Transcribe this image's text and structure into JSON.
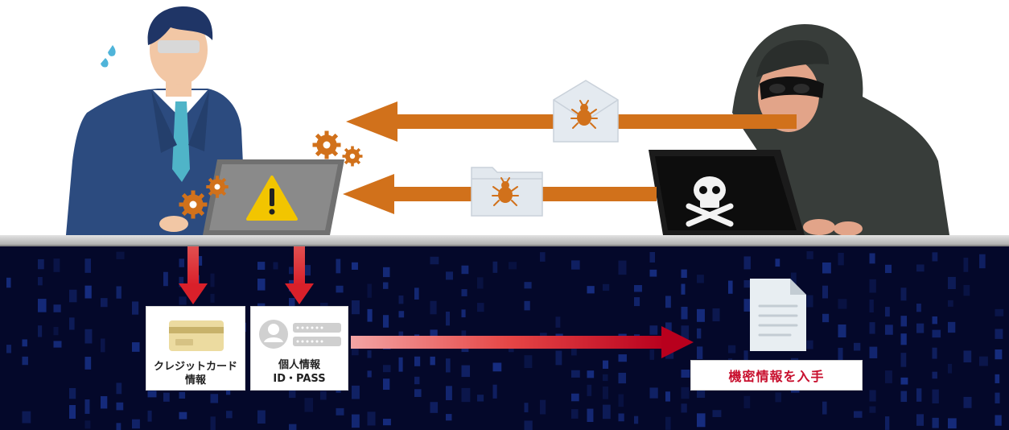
{
  "credit_card_label": [
    "クレジットカード",
    "情報"
  ],
  "personal_info_label": [
    "個人情報",
    "ID・PASS"
  ],
  "result_label": "機密情報を入手",
  "icons": {
    "victim": "businessman-icon",
    "attacker": "hooded-hacker-icon",
    "warning": "warning-triangle-icon",
    "malware": "bug-icon",
    "email": "envelope-icon",
    "folder": "folder-icon",
    "card": "credit-card-icon",
    "user": "user-profile-icon",
    "document": "document-icon"
  },
  "colors": {
    "malware_orange": "#d1711b",
    "arrow_red": "#c8102e",
    "warning_yellow": "#f2c500",
    "suit_blue": "#2c4b7f",
    "matrix_bg": "#04082a",
    "desk_gray": "#bfbfbf"
  }
}
